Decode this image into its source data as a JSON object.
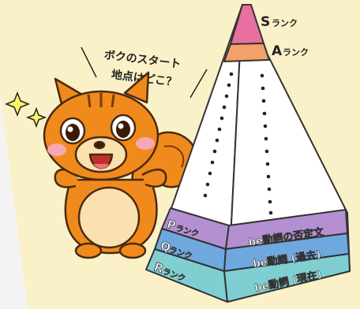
{
  "speech_bubble": {
    "line1": "ボクのスタート",
    "line2": "地点はどこ？"
  },
  "pyramid": {
    "top_ranks": [
      {
        "letter": "S",
        "suffix": "ランク",
        "color": "#e86fa0"
      },
      {
        "letter": "A",
        "suffix": "ランク",
        "color": "#f4a06a"
      }
    ],
    "bottom_ranks": [
      {
        "letter": "P",
        "suffix": "ランク",
        "label": "be動詞の否定文",
        "color": "#b48fd2"
      },
      {
        "letter": "Q",
        "suffix": "ランク",
        "label": "be動詞 (過去)",
        "color": "#6fa8de"
      },
      {
        "letter": "R",
        "suffix": "ランク",
        "label": "be動詞 (現在)",
        "color": "#7fcfd2"
      }
    ]
  },
  "colors": {
    "background_paper": "#fbf1c8",
    "squirrel_orange": "#f08a1c",
    "squirrel_cream": "#fbe0b0",
    "outline": "#4a2a10"
  }
}
